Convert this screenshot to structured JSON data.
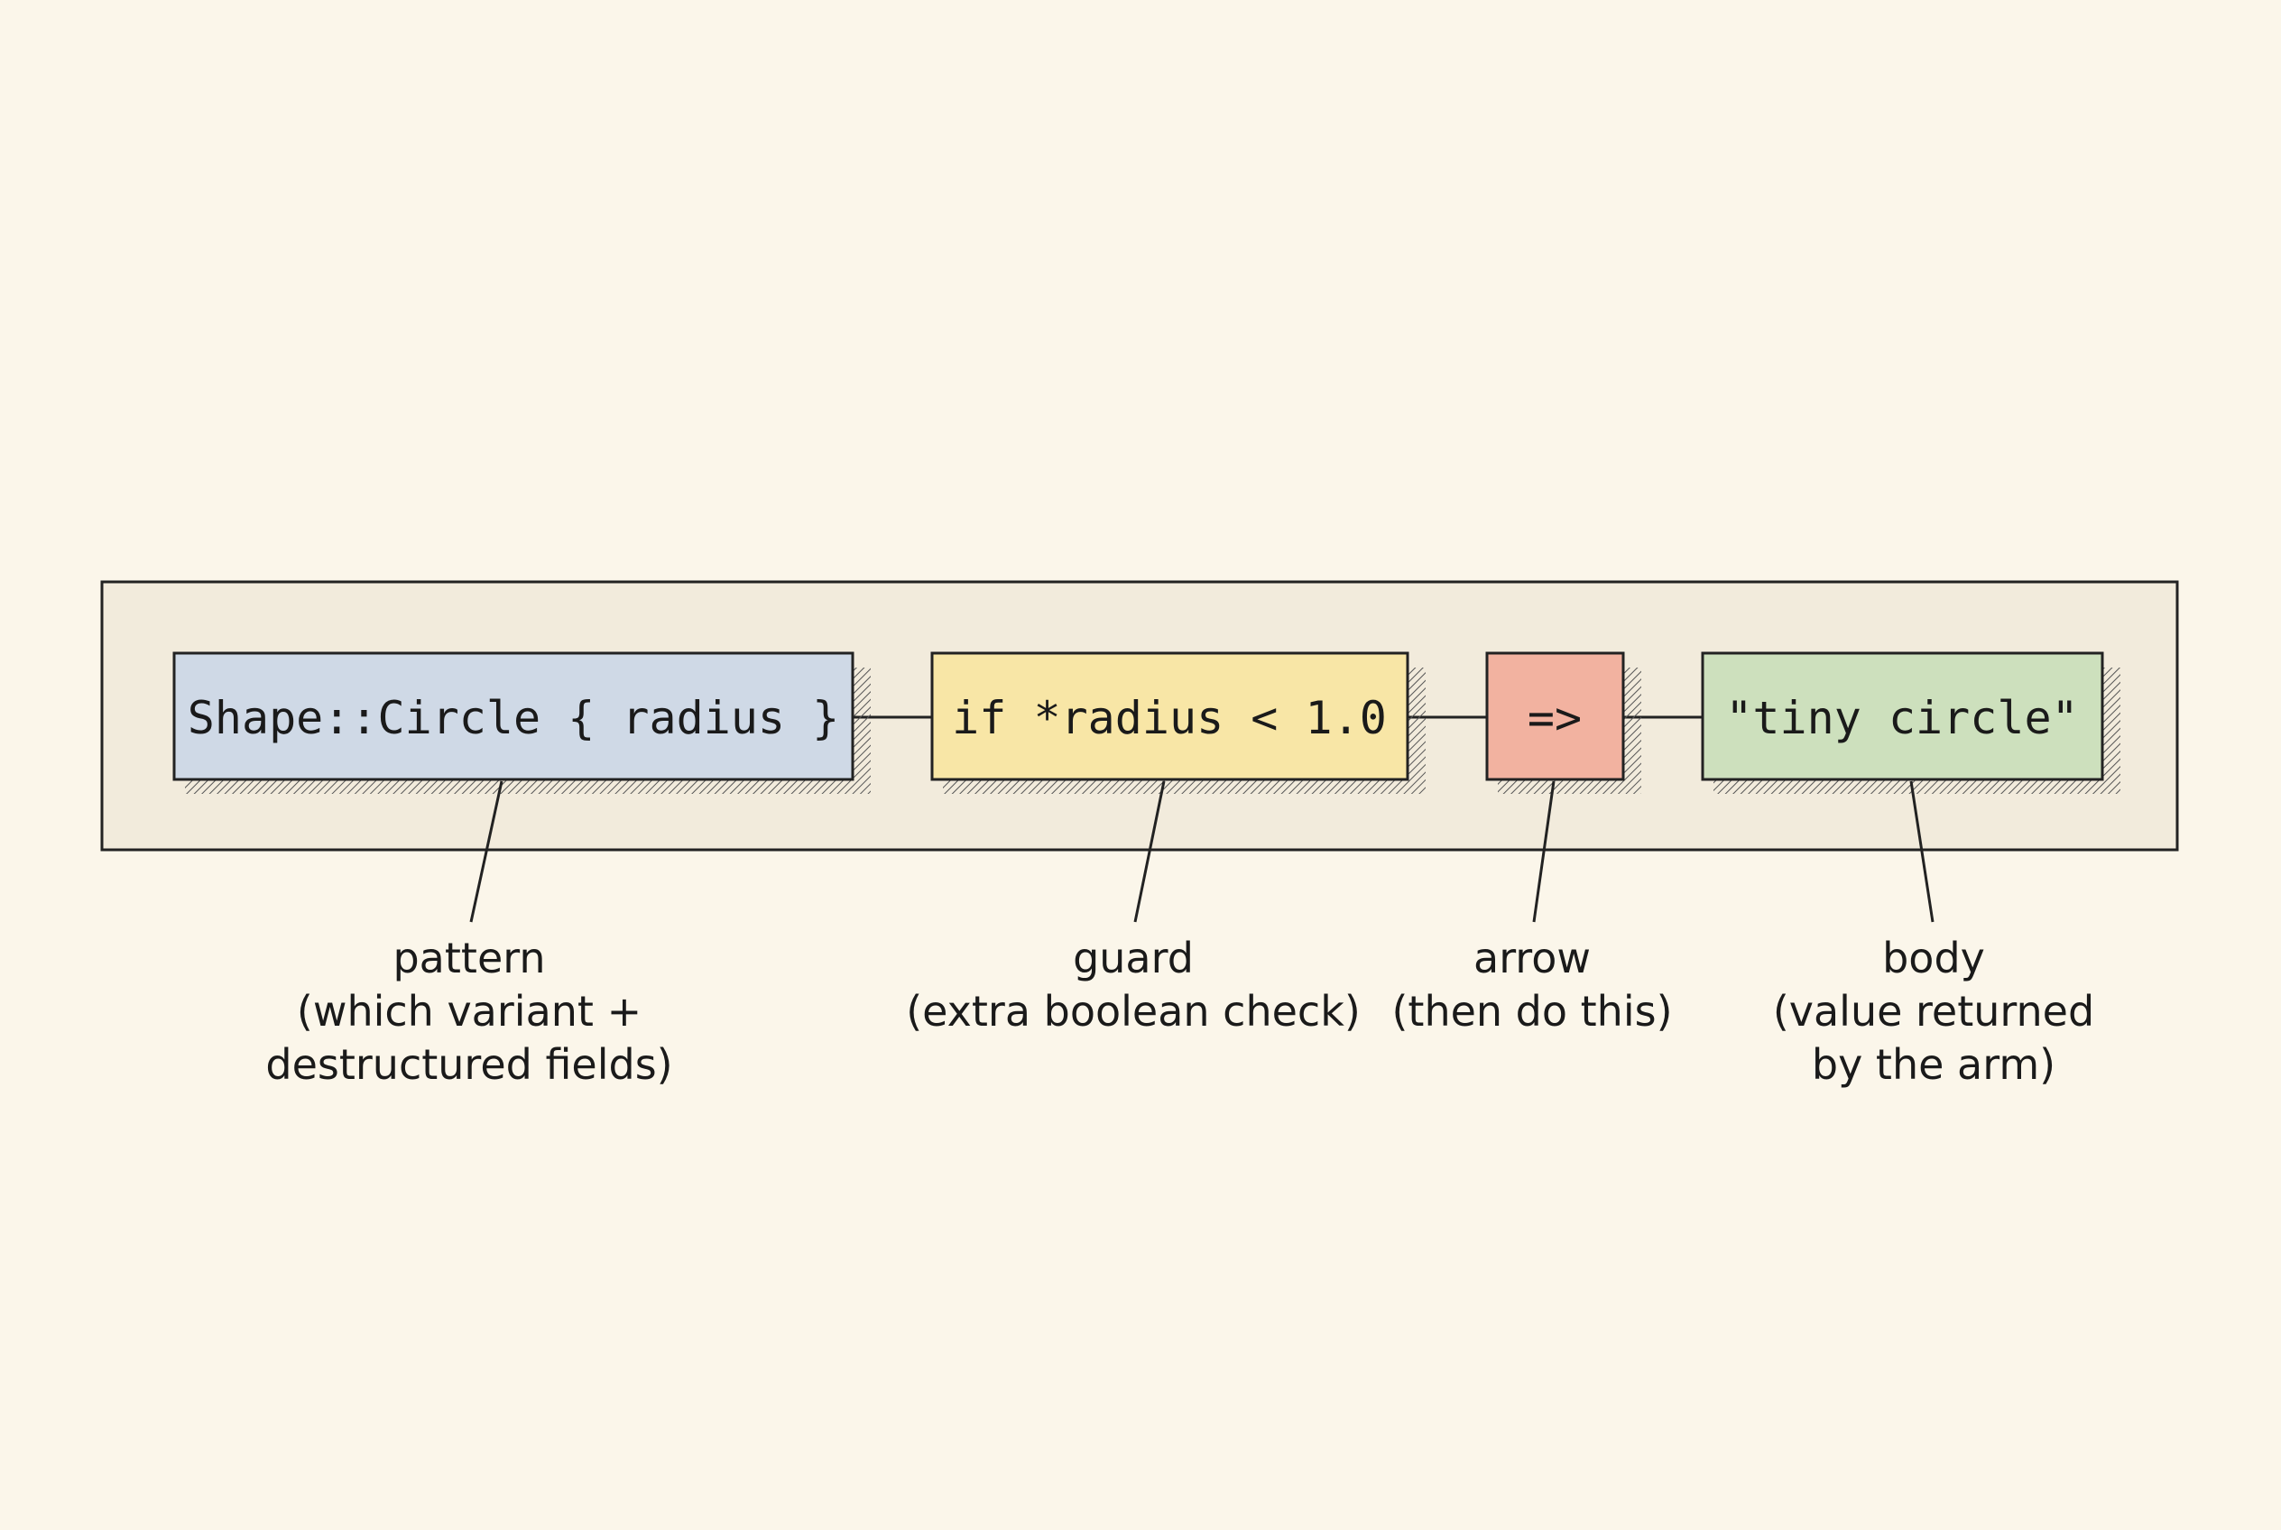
{
  "colors": {
    "background": "#fbf6ea",
    "frame_fill": "#f2ebdc",
    "stroke": "#222222",
    "pattern_fill": "#cfd9e6",
    "guard_fill": "#f8e6a6",
    "arrow_fill": "#f2b2a0",
    "body_fill": "#cde0bd"
  },
  "segments": [
    {
      "id": "pattern",
      "code": "Shape::Circle { radius }",
      "label": "pattern",
      "description": [
        "(which variant +",
        "destructured fields)"
      ],
      "color": "#cfd9e6"
    },
    {
      "id": "guard",
      "code": "if *radius < 1.0",
      "label": "guard",
      "description": [
        "(extra boolean check)"
      ],
      "color": "#f8e6a6"
    },
    {
      "id": "arrow",
      "code": "=>",
      "label": "arrow",
      "description": [
        "(then do this)"
      ],
      "color": "#f2b2a0"
    },
    {
      "id": "body",
      "code": "\"tiny circle\"",
      "label": "body",
      "description": [
        "(value returned",
        "by the arm)"
      ],
      "color": "#cde0bd"
    }
  ]
}
